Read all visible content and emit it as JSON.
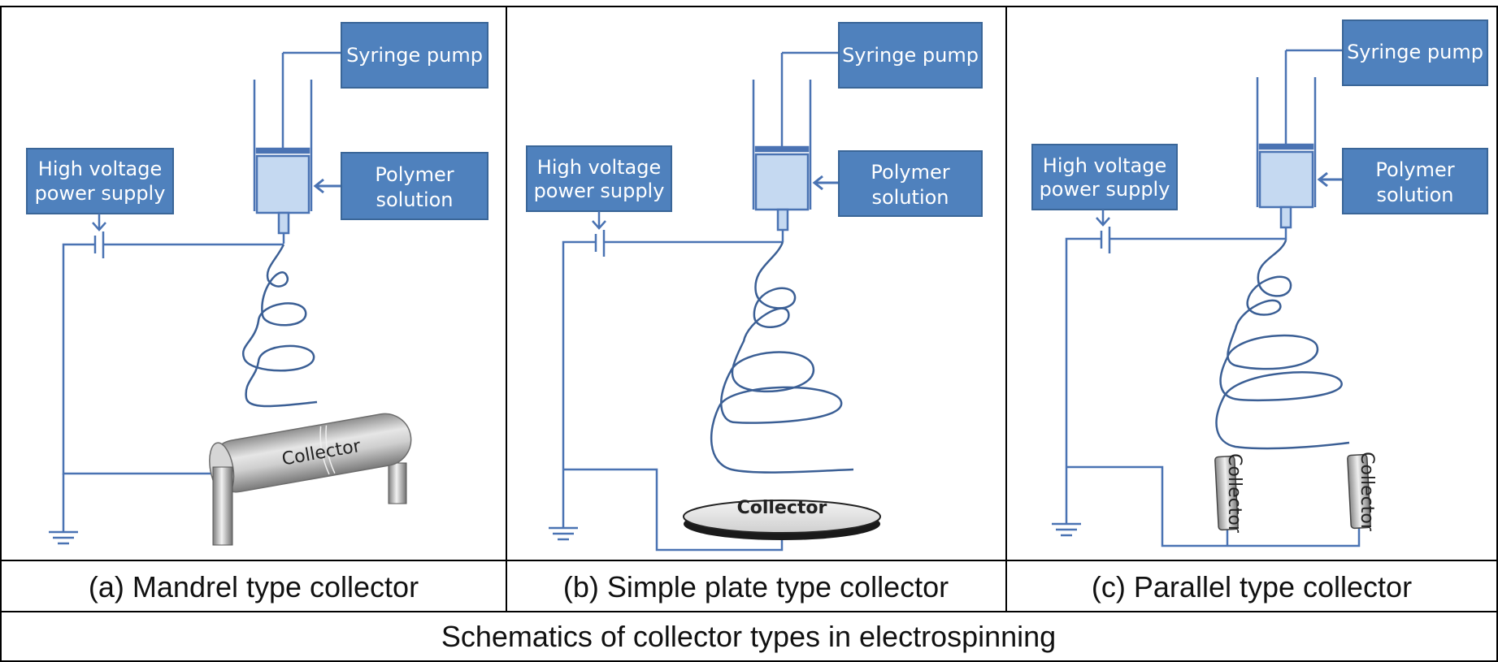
{
  "panels": [
    {
      "caption": "(a) Mandrel type collector",
      "syringe_pump": "Syringe pump",
      "polymer_line1": "Polymer",
      "polymer_line2": "solution",
      "hv_line1": "High voltage",
      "hv_line2": "power supply",
      "collector": "Collector"
    },
    {
      "caption": "(b) Simple plate type collector",
      "syringe_pump": "Syringe pump",
      "polymer_line1": "Polymer",
      "polymer_line2": "solution",
      "hv_line1": "High voltage",
      "hv_line2": "power supply",
      "collector": "Collector"
    },
    {
      "caption": "(c) Parallel type collector",
      "syringe_pump": "Syringe pump",
      "polymer_line1": "Polymer",
      "polymer_line2": "solution",
      "hv_line1": "High voltage",
      "hv_line2": "power supply",
      "collector_left": "Collector",
      "collector_right": "Collector"
    }
  ],
  "figure_title": "Schematics of collector types in electrospinning",
  "colors": {
    "box_fill": "#4f81bd",
    "box_stroke": "#3a6698",
    "wire": "#4a73b3",
    "syringe_fill": "#c5d9f1",
    "border": "#000000"
  }
}
